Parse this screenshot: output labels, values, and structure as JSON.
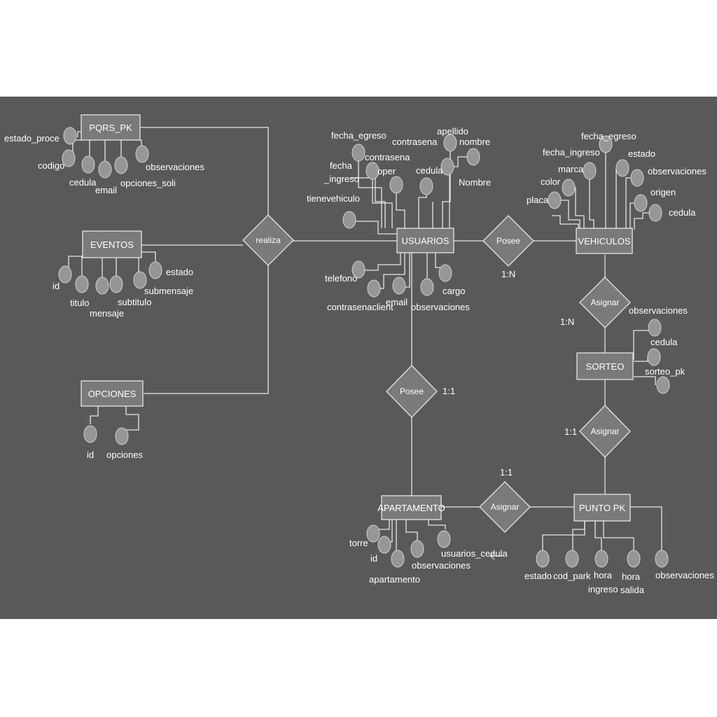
{
  "diagram": {
    "entities": [
      {
        "id": "pqrs",
        "label": "PQRS_PK"
      },
      {
        "id": "eventos",
        "label": "EVENTOS"
      },
      {
        "id": "opciones",
        "label": "OPCIONES"
      },
      {
        "id": "usuarios",
        "label": "USUARIOS"
      },
      {
        "id": "vehiculos",
        "label": "VEHICULOS"
      },
      {
        "id": "sorteo",
        "label": "SORTEO"
      },
      {
        "id": "punto",
        "label": "PUNTO PK"
      },
      {
        "id": "apartamento",
        "label": "APARTAMENTO"
      }
    ],
    "relationships": [
      {
        "id": "realiza",
        "label": "realiza"
      },
      {
        "id": "posee1",
        "label": "Posee"
      },
      {
        "id": "posee2",
        "label": "Posee"
      },
      {
        "id": "asignar1",
        "label": "Asignar"
      },
      {
        "id": "asignar2",
        "label": "Asignar"
      },
      {
        "id": "asignar3",
        "label": "Asignar"
      }
    ],
    "cardinalities": {
      "posee1": "1:N",
      "asignar1": "1:N",
      "posee2": "1:1",
      "asignar2": "1:1",
      "asignar3": "1:1"
    },
    "attributes": {
      "pqrs": [
        "estado_proce",
        "codigo",
        "cedula",
        "email",
        "opciones_soli",
        "observaciones"
      ],
      "eventos": [
        "id",
        "titulo",
        "mensaje",
        "subtitulo",
        "submensaje",
        "estado"
      ],
      "opciones": [
        "id",
        "opciones"
      ],
      "usuarios": [
        "fecha_egreso",
        "contrasena",
        "apellido",
        "nombre",
        "fecha",
        "_ingreso",
        "contrasena",
        "oper",
        "cedula",
        "Nombre",
        "tienevehiculo",
        "telefono",
        "contrasenaclient",
        "email",
        "cargo",
        "observaciones"
      ],
      "vehiculos": [
        "fecha_egreso",
        "fecha_ingreso",
        "estado",
        "marca",
        "observaciones",
        "color",
        "origen",
        "placa",
        "cedula"
      ],
      "sorteo": [
        "observaciones",
        "cedula",
        "sorteo_pk"
      ],
      "punto": [
        "estado",
        "cod_park",
        "hora",
        "ingreso",
        "hora",
        "salida",
        "observaciones"
      ],
      "apartamento": [
        "torre",
        "id",
        "apartamento",
        "observaciones",
        "usuarios_cedula"
      ]
    }
  },
  "colors": {
    "background": "#595959",
    "entity_fill": "#7a7a7a",
    "line": "#e6e6e6",
    "attribute_fill": "#969696"
  }
}
